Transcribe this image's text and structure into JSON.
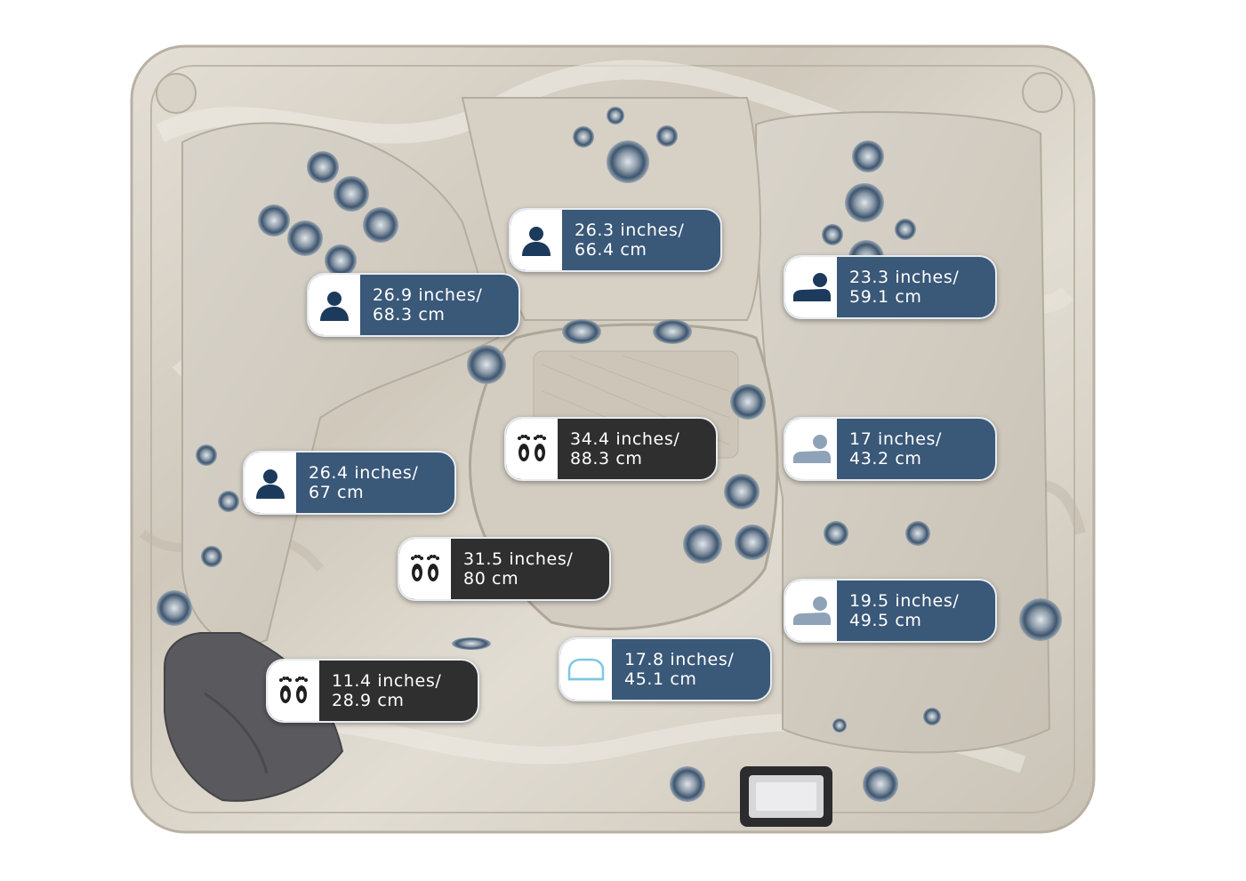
{
  "colors": {
    "badge_blue": "#3a5878",
    "badge_dark": "#2f2f2f",
    "icon_navy": "#1c3a5c",
    "icon_light": "#8fa3b8",
    "icon_cyan": "#7ec8e0",
    "shell": "#d8d2c6",
    "cover": "#5a5a5e"
  },
  "badges": [
    {
      "id": "seat-top",
      "icon": "person-icon",
      "inches": "26.3 inches/",
      "cm": "66.4 cm"
    },
    {
      "id": "seat-left-upper",
      "icon": "person-icon",
      "inches": "26.9 inches/",
      "cm": "68.3 cm"
    },
    {
      "id": "lounger-top",
      "icon": "lounger-icon",
      "inches": "23.3 inches/",
      "cm": "59.1 cm"
    },
    {
      "id": "footwell-center",
      "icon": "footprints-icon",
      "inches": "34.4 inches/",
      "cm": "88.3 cm"
    },
    {
      "id": "lounger-mid",
      "icon": "lounger-icon",
      "inches": "17 inches/",
      "cm": "43.2 cm"
    },
    {
      "id": "seat-left-lower",
      "icon": "person-icon",
      "inches": "26.4 inches/",
      "cm": "67 cm"
    },
    {
      "id": "footwell-lower",
      "icon": "footprints-icon",
      "inches": "31.5 inches/",
      "cm": "80 cm"
    },
    {
      "id": "lounger-lower",
      "icon": "lounger-icon",
      "inches": "19.5 inches/",
      "cm": "49.5 cm"
    },
    {
      "id": "step",
      "icon": "step-icon",
      "inches": "17.8 inches/",
      "cm": "45.1 cm"
    },
    {
      "id": "footwell-corner",
      "icon": "footprints-icon",
      "inches": "11.4 inches/",
      "cm": "28.9 cm"
    }
  ]
}
